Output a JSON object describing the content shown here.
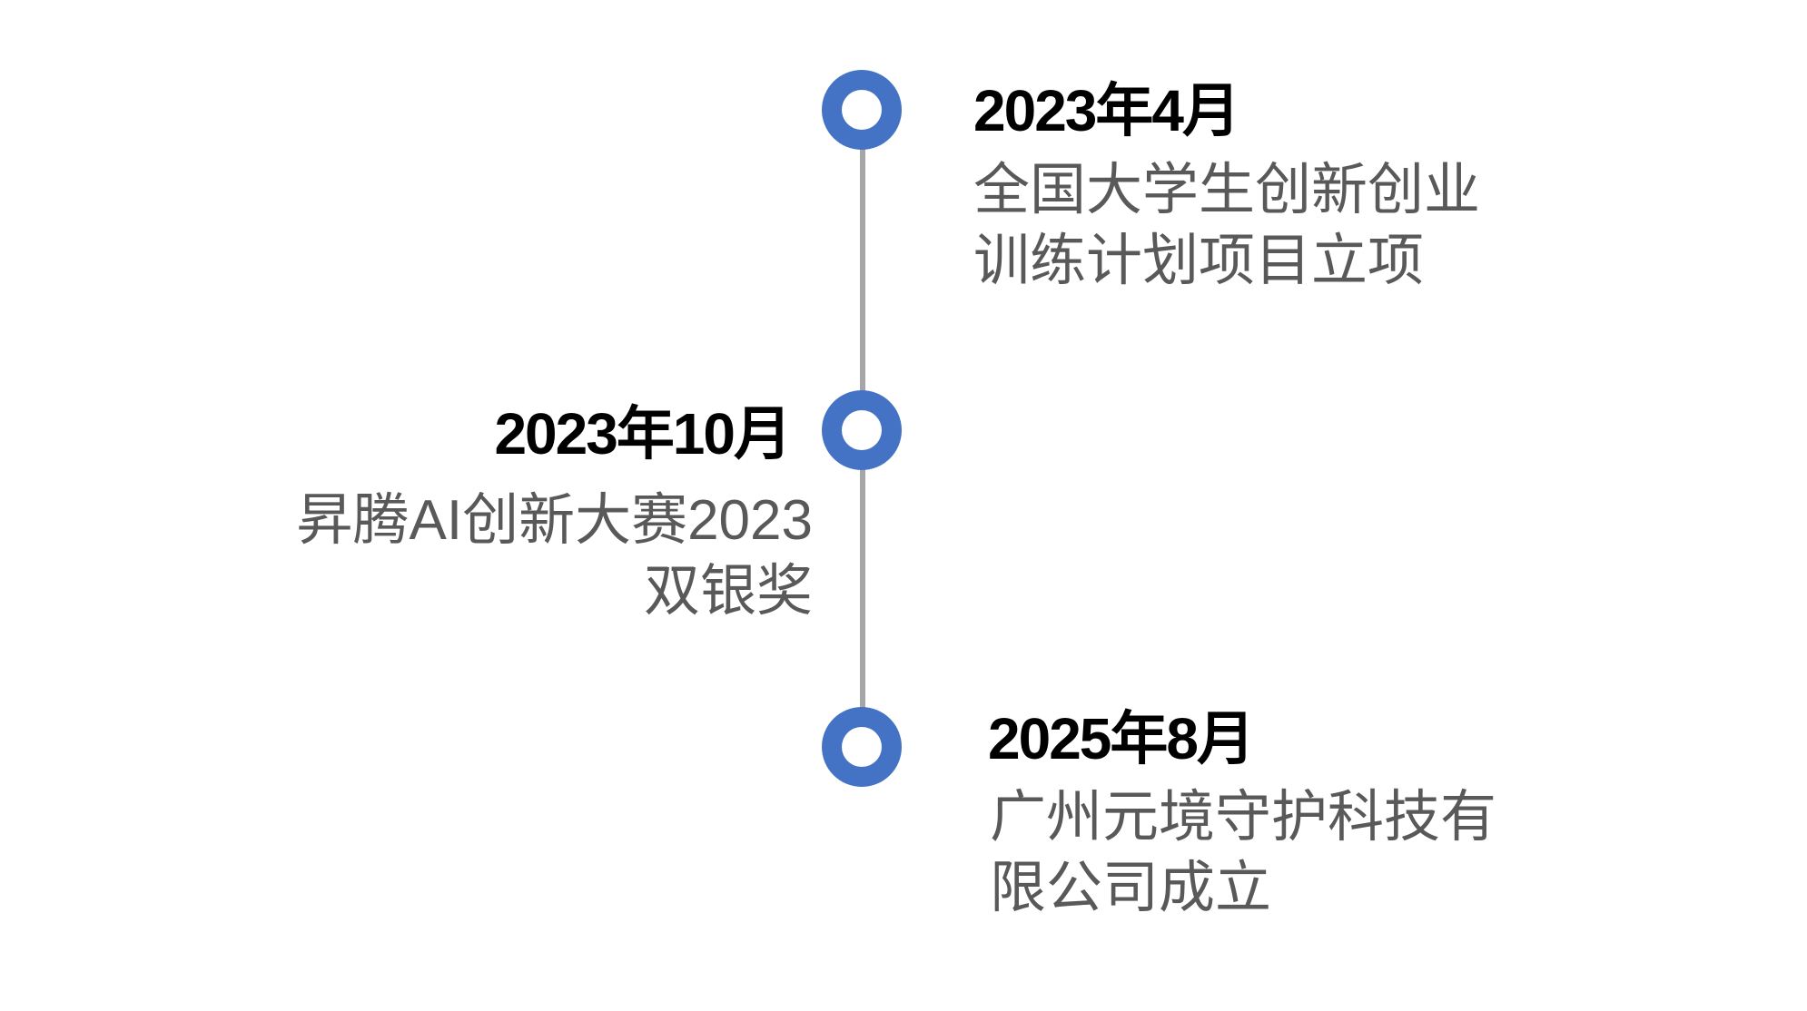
{
  "timeline": {
    "accent_color": "#4472c4",
    "line_color": "#a6a6a6",
    "events": [
      {
        "date": "2023年4月",
        "side": "right",
        "description_lines": [
          "全国大学生创新创业",
          "训练计划项目立项"
        ]
      },
      {
        "date": "2023年10月",
        "side": "left",
        "description_lines": [
          "昇腾AI创新大赛2023",
          "双银奖"
        ]
      },
      {
        "date": "2025年8月",
        "side": "right",
        "description_lines": [
          "广州元境守护科技有",
          "限公司成立"
        ]
      }
    ]
  }
}
